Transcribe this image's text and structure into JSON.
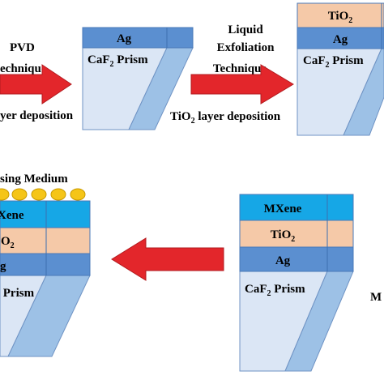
{
  "step1": {
    "label_lines": [
      "PVD",
      "echnique"
    ],
    "caption": "yer deposition"
  },
  "step2": {
    "label_lines": [
      "Liquid",
      "Exfoliation",
      "Technique"
    ],
    "caption_pre": "TiO",
    "caption_sub": "2",
    "caption_post": " layer deposition"
  },
  "stage1": {
    "ag": "Ag",
    "prism_pre": "CaF",
    "prism_sub": "2",
    "prism_post": " Prism"
  },
  "stage2": {
    "tio2_pre": "TiO",
    "tio2_sub": "2",
    "ag": "Ag",
    "prism_pre": "CaF",
    "prism_sub": "2",
    "prism_post": " Prism"
  },
  "stage3": {
    "mxene": "MXene",
    "tio2_pre": "TiO",
    "tio2_sub": "2",
    "ag": "Ag",
    "prism_pre": "CaF",
    "prism_sub": "2",
    "prism_post": " Prism",
    "side_text": "M"
  },
  "stage4": {
    "sensing_medium": "sing Medium",
    "mxene": "Xene",
    "tio2_pre": "O",
    "tio2_sub": "2",
    "ag": "g",
    "prism": " Prism"
  },
  "colors": {
    "ag_layer": "#5b8fd0",
    "tio2_layer": "#f5c9a8",
    "mxene_layer": "#16a7e6",
    "prism_light": "#dbe6f5",
    "prism_dark": "#9dc1e6",
    "arrow": "#e3262b",
    "sensing_dots": "#f5c518"
  }
}
